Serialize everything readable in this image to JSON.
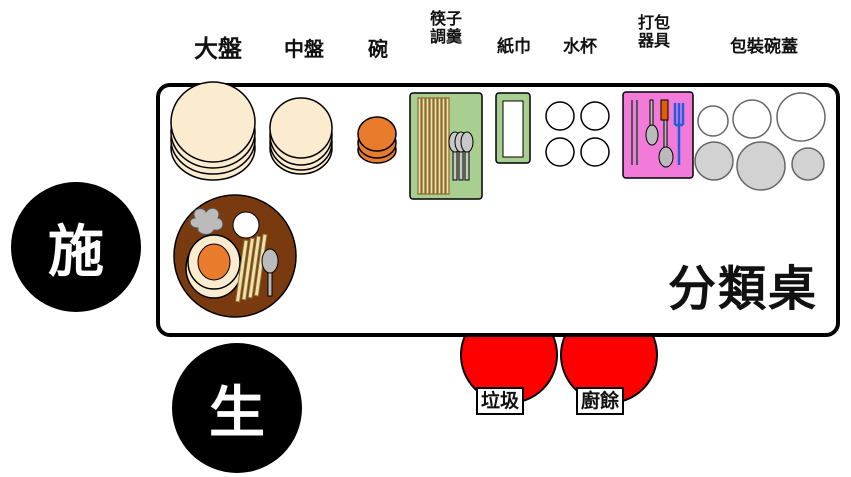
{
  "headers": {
    "large_plate": "大盤",
    "medium_plate": "中盤",
    "bowl": "碗",
    "chopsticks_spoon": [
      "筷子",
      "調羹"
    ],
    "napkin": "紙巾",
    "cup": "水杯",
    "takeaway": [
      "打包",
      "器具"
    ],
    "packing_lid": "包裝碗蓋"
  },
  "table_label": "分類桌",
  "side_labels": {
    "top": "施",
    "bottom": "生"
  },
  "bins": {
    "trash": "垃圾",
    "food_waste": "廚餘"
  },
  "colors": {
    "plate": "#fbecd0",
    "bowl": "#e87b2c",
    "chopstick_tray": "#a8cf8f",
    "takeaway_tray": "#f27ad8",
    "bin": "#ff0000",
    "tray": "#7a3a10"
  }
}
